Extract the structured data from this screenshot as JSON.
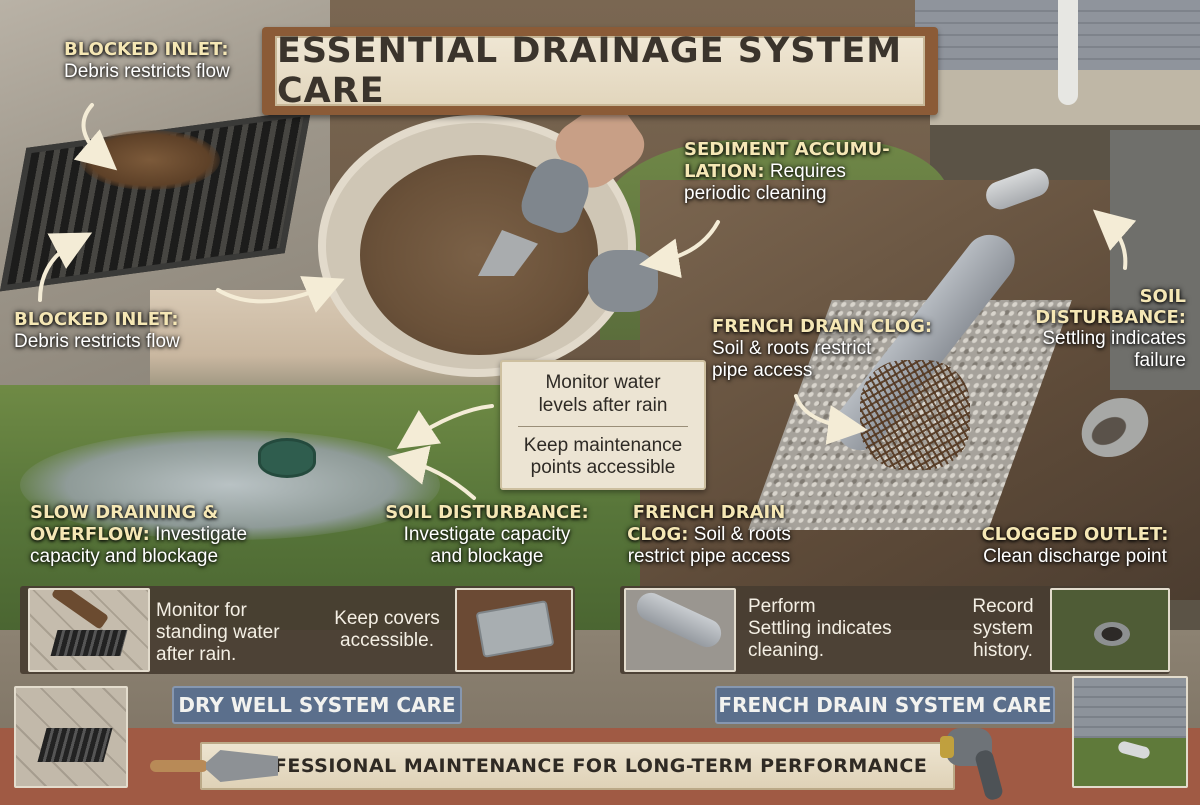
{
  "title": "ESSENTIAL DRAINAGE SYSTEM CARE",
  "callouts": {
    "blocked_inlet_top": {
      "head": "BLOCKED INLET:",
      "body": "Debris restricts flow"
    },
    "blocked_inlet_mid": {
      "head": "BLOCKED INLET:",
      "body": "Debris restricts flow"
    },
    "sediment": {
      "head_line1": "SEDIMENT ACCUMU-",
      "head_line2": "LATION:",
      "body_line1": "Requires",
      "body_line2": "periodic cleaning"
    },
    "french_clog_top": {
      "head": "FRENCH DRAIN CLOG:",
      "body_line1": "Soil & roots restrict",
      "body_line2": "pipe access"
    },
    "soil_right": {
      "head_line1": "SOIL",
      "head_line2": "DISTURBANCE:",
      "body_line1": "Settling indicates",
      "body_line2": "failure"
    },
    "slow_draining": {
      "head_line1": "SLOW DRAINING &",
      "head_line2": "OVERFLOW:",
      "body_line1": "Investigate",
      "body_line2": "capacity and blockage"
    },
    "soil_center": {
      "head": "SOIL DISTURBANCE:",
      "body_line1": "Investigate capacity",
      "body_line2": "and blockage"
    },
    "french_clog_bottom": {
      "head_line1": "FRENCH DRAIN",
      "head_line2": "CLOG:",
      "body_line1": "Soil & roots",
      "body_line2": "restrict pipe access"
    },
    "clogged_outlet": {
      "head": "CLOGGED OUTLET:",
      "body": "Clean discharge point"
    }
  },
  "note": {
    "line1": "Monitor water",
    "line2": "levels after rain",
    "line3": "Keep maintenance",
    "line4": "points accessible"
  },
  "bottom_panels": {
    "dry_well_tips": {
      "tip1_line1": "Monitor for",
      "tip1_line2": "standing water",
      "tip1_line3": "after rain.",
      "tip2_line1": "Keep covers",
      "tip2_line2": "accessible."
    },
    "french_drain_tips": {
      "tip1_line1": "Perform",
      "tip1_line2": "Settling indicates",
      "tip1_line3": "cleaning.",
      "tip2_line1": "Record",
      "tip2_line2": "system",
      "tip2_line3": "history."
    }
  },
  "section_labels": {
    "dry_well": "DRY WELL SYSTEM CARE",
    "french_drain": "FRENCH DRAIN SYSTEM CARE"
  },
  "footer": "PROFESSIONAL MAINTENANCE FOR LONG-TERM PERFORMANCE",
  "icons": [
    "storm-drain-grate-icon",
    "dry-well-icon",
    "trowel-icon",
    "garden-glove-icon",
    "perforated-pipe-icon",
    "hose-nozzle-icon",
    "brush-icon",
    "access-cover-icon",
    "outlet-pipe-icon",
    "downspout-icon"
  ],
  "colors": {
    "title_text": "#3b342c",
    "callout_head": "#f5e7b5",
    "callout_body": "#ffffff",
    "section_label_bg": "#5b6f8c",
    "footer_bg": "#ede4d0",
    "arrow": "#f4ecd6"
  }
}
